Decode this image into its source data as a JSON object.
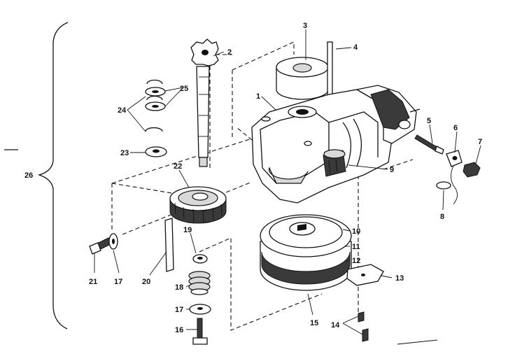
{
  "diagram": {
    "labels": {
      "p1": "1",
      "p2": "2",
      "p3": "3",
      "p4": "4",
      "p5": "5",
      "p6": "6",
      "p7": "7",
      "p8": "8",
      "p9": "9",
      "p10": "10",
      "p11": "11",
      "p12": "12",
      "p13": "13",
      "p14": "14",
      "p15": "15",
      "p16": "16",
      "p17a": "17",
      "p17b": "17",
      "p18": "18",
      "p19": "19",
      "p20": "20",
      "p21": "21",
      "p22": "22",
      "p23": "23",
      "p24": "24",
      "p25": "25",
      "p26": "26"
    }
  }
}
